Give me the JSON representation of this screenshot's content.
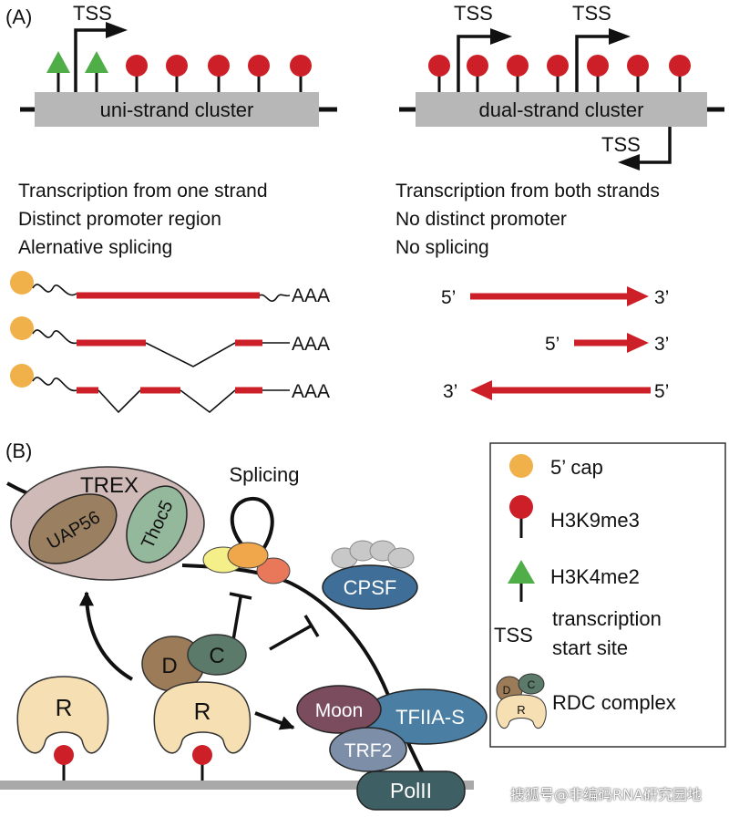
{
  "panel_a": {
    "label": "(A)",
    "left": {
      "tss_label": "TSS",
      "box_label": "uni-strand cluster",
      "desc": [
        "Transcription from one strand",
        "Distinct promoter region",
        "Alernative splicing"
      ],
      "aaa": "AAA"
    },
    "right": {
      "tss_label_1": "TSS",
      "tss_label_2": "TSS",
      "tss_label_3": "TSS",
      "box_label": "dual-strand cluster",
      "desc": [
        "Transcription from both strands",
        "No distinct promoter",
        "No splicing"
      ],
      "end_5": "5’",
      "end_3": "3’"
    }
  },
  "panel_b": {
    "label": "(B)",
    "trex": "TREX",
    "uap56": "UAP56",
    "thoc5": "Thoc5",
    "splicing": "Splicing",
    "cpsf": "CPSF",
    "r": "R",
    "d": "D",
    "c": "C",
    "moon": "Moon",
    "tfiia_s": "TFIIA-S",
    "trf2": "TRF2",
    "polii": "PolII"
  },
  "legend": {
    "cap": "5’ cap",
    "h3k9me3": "H3K9me3",
    "h3k4me2": "H3K4me2",
    "tss_symbol": "TSS",
    "tss_desc_1": "transcription",
    "tss_desc_2": "start site",
    "rdc_d": "D",
    "rdc_c": "C",
    "rdc_r": "R",
    "rdc": "RDC complex"
  },
  "colors": {
    "h3k9me3": "#cc1f27",
    "h3k4me2": "#4fae48",
    "cap": "#f0b04a",
    "transcript": "#cc1f27",
    "cluster_box": "#b7b7b7",
    "trex_bg": "#cfbab7",
    "uap56": "#9a8060",
    "thoc5": "#93b89c",
    "cpsf": "#3f6f98",
    "rhino": "#f5dfb3",
    "deadlock": "#9c7b58",
    "cutoff": "#5b7a6a",
    "moon": "#7b4b5e",
    "tfiia_s": "#4a7ea3",
    "trf2": "#7d8fa8",
    "polii": "#3e6064"
  },
  "watermark": "搜狐号@非编码RNA研究园地"
}
